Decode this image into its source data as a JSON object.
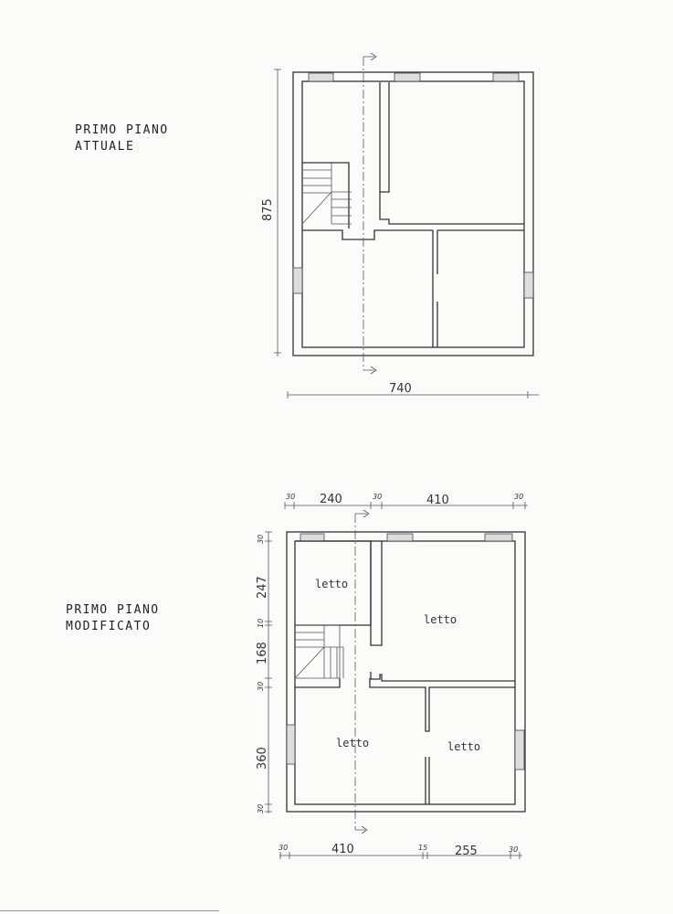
{
  "plans": [
    {
      "title_line1": "PRIMO PIANO",
      "title_line2": "ATTUALE",
      "dimensions": {
        "height": "875",
        "width": "740"
      }
    },
    {
      "title_line1": "PRIMO PIANO",
      "title_line2": "MODIFICATO",
      "dimensions": {
        "top": [
          "30",
          "240",
          "30",
          "410",
          "30"
        ],
        "left": [
          "30",
          "247",
          "10",
          "168",
          "30",
          "360",
          "30"
        ],
        "bottom": [
          "30",
          "410",
          "15",
          "255",
          "30"
        ]
      },
      "rooms": [
        "letto",
        "letto",
        "letto",
        "letto"
      ]
    }
  ]
}
